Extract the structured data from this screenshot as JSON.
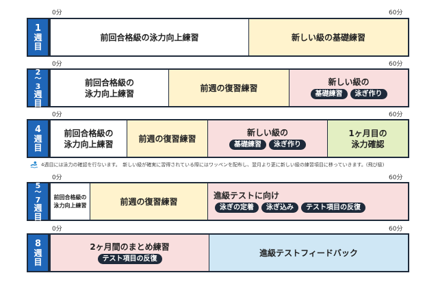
{
  "scale": {
    "start": "0分",
    "end": "60分"
  },
  "weeks": [
    {
      "label_num": "1",
      "label_char1": "週",
      "label_char2": "目",
      "segments": [
        {
          "text": "前回合格級の泳力向上練習"
        },
        {
          "text": "新しい級の基礎練習"
        }
      ]
    },
    {
      "label_num_a": "2",
      "label_tilde": "〜",
      "label_num_b": "3",
      "label_char1": "週",
      "label_char2": "目",
      "segments": [
        {
          "line1": "前回合格級の",
          "line2": "泳力向上練習"
        },
        {
          "text": "前週の復習練習"
        },
        {
          "title": "新しい級の",
          "pills": [
            "基礎練習",
            "泳ぎ作り"
          ]
        }
      ]
    },
    {
      "label_num": "4",
      "label_char1": "週",
      "label_char2": "目",
      "segments": [
        {
          "line1": "前回合格級の",
          "line2": "泳力向上練習"
        },
        {
          "text": "前週の復習練習"
        },
        {
          "title": "新しい級の",
          "pills": [
            "基礎練習",
            "泳ぎ作り"
          ]
        },
        {
          "line1": "1ヶ月目の",
          "line2": "泳力確認"
        }
      ]
    },
    {
      "label_num_a": "5",
      "label_tilde": "〜",
      "label_num_b": "7",
      "label_char1": "週",
      "label_char2": "目",
      "segments": [
        {
          "line1": "前回合格級の",
          "line2": "泳力向上練習"
        },
        {
          "text": "前週の復習練習"
        },
        {
          "title": "進級テストに向け",
          "pills": [
            "泳ぎの定着",
            "泳ぎ込み",
            "テスト項目の反復"
          ]
        }
      ]
    },
    {
      "label_num": "8",
      "label_char1": "週",
      "label_char2": "目",
      "segments": [
        {
          "title": "2ヶ月間のまとめ練習",
          "pills": [
            "テスト項目の反復"
          ]
        },
        {
          "text": "進級テストフィードバック"
        }
      ]
    }
  ],
  "note": "4週目には泳力の確認を行ないます。　新しい級が確実に習得されている際にはワッペンを配布し、翌月より更に新しい級の練習項目に移っていきます。(飛び級)"
}
